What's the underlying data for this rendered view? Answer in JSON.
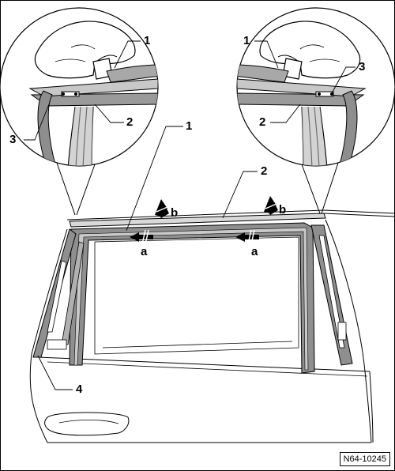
{
  "labels": {
    "detail_left": {
      "seal_lip": "1",
      "rail": "2",
      "clip": "3"
    },
    "detail_right": {
      "seal_lip": "1",
      "rail": "2",
      "clip": "3"
    },
    "main": {
      "seal_lip": "1",
      "rail": "2",
      "pillar_seal": "4",
      "push_direction_left": "a",
      "push_direction_right": "a",
      "lift_direction_left": "b",
      "lift_direction_right": "b"
    }
  },
  "reference_code": "N64-10245"
}
